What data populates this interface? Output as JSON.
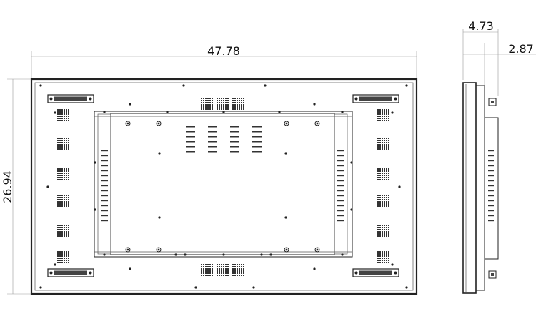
{
  "dimensions": {
    "width": "47.78",
    "height": "26.94",
    "side_depth": "4.73",
    "side_mount_depth": "2.87"
  },
  "colors": {
    "line": "#222222",
    "thin_line": "#555555",
    "dimension_line": "#999999",
    "text": "#111111",
    "background": "#ffffff"
  }
}
